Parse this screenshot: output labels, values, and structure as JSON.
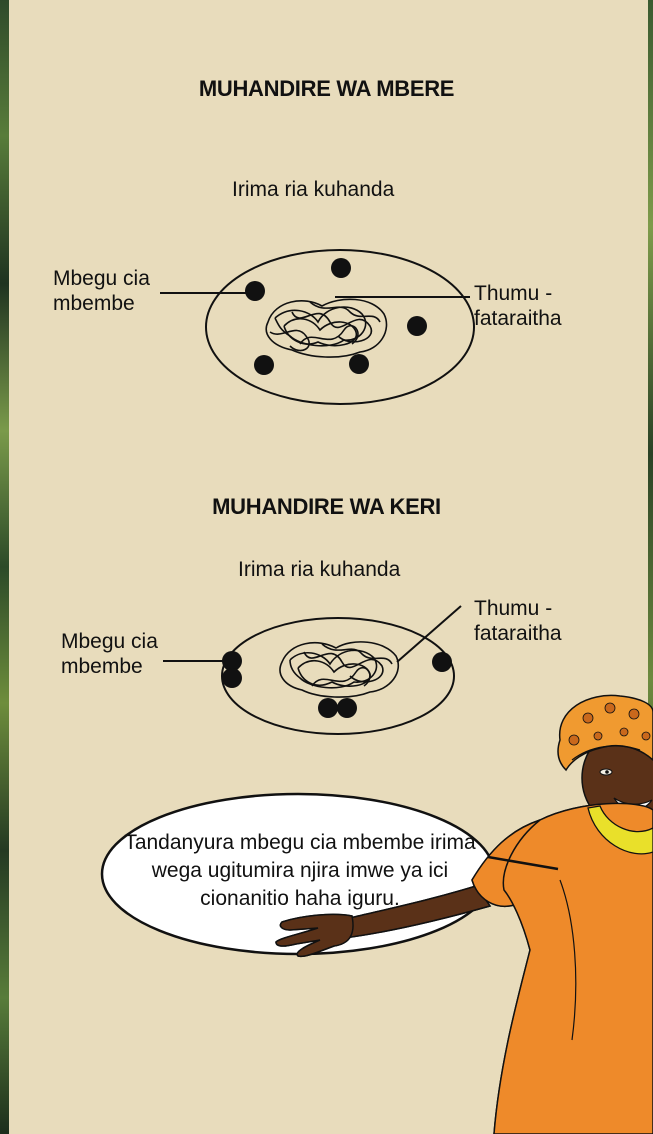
{
  "diagram1": {
    "title": "MUHANDIRE WA MBERE",
    "hole_label": "Irima ria kuhanda",
    "seed_label": "Mbegu cia\nmbembe",
    "fertilizer_label": "Thumu -\nfataraitha"
  },
  "diagram2": {
    "title": "MUHANDIRE WA KERI",
    "hole_label": "Irima ria kuhanda",
    "seed_label": "Mbegu cia\nmbembe",
    "fertilizer_label": "Thumu -\nfataraitha"
  },
  "speech_bubble": {
    "text": "Tandanyura mbegu cia mbembe irima wega ugitumira njira imwe ya ici cionanitio haha iguru."
  },
  "colors": {
    "background": "#e8dcbc",
    "dress": "#ee8a2a",
    "skin": "#5a3118",
    "headscarf": "#f09a30"
  }
}
